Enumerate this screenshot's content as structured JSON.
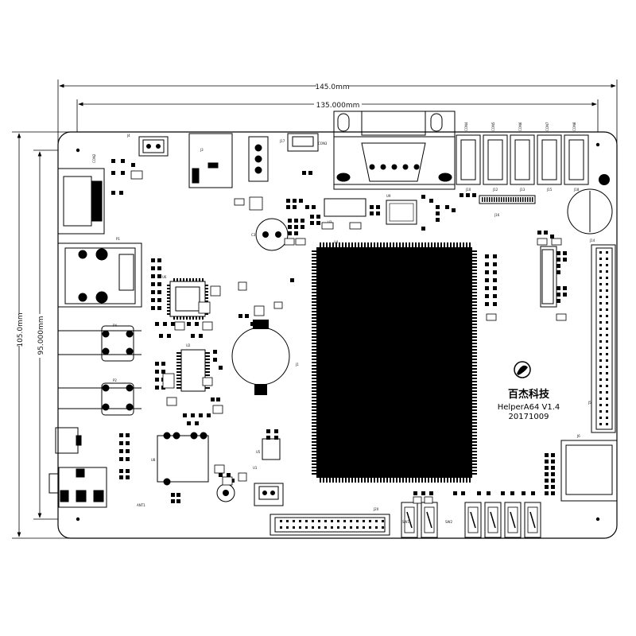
{
  "dimensions": {
    "outer_width": "145.0mm",
    "inner_width": "135.000mm",
    "outer_height": "105.0mm",
    "inner_height": "95.000mm"
  },
  "board": {
    "brand_cn": "百杰科技",
    "model": "HelperA64  V1.4",
    "date": "20171009"
  },
  "labels": {
    "con2": "CON2",
    "con3": "CON3",
    "con4": "CON4",
    "con5": "CON5",
    "con6": "CON6",
    "con7": "CON7",
    "con8": "CON8",
    "j1": "J1",
    "j3": "J3",
    "j4": "J4",
    "j5": "J5",
    "j6": "J6",
    "j10": "J10",
    "j12": "J12",
    "j13": "J13",
    "j14": "J14",
    "j15": "J15",
    "j16": "J16",
    "j17": "J17",
    "j18": "J18",
    "j19": "J19",
    "j20": "J20",
    "u1": "U1",
    "u2": "U2",
    "u3": "U3",
    "u4": "U4",
    "u5": "U5",
    "u6": "U6",
    "u8": "U8",
    "u9": "U9",
    "c3": "C3",
    "p1": "P1",
    "p4": "P4",
    "p2": "P2",
    "ant1": "ANT1",
    "sw1": "SW1",
    "sw2": "SW2"
  },
  "colors": {
    "ink": "#000000",
    "paper": "#ffffff",
    "line": "#222222"
  }
}
